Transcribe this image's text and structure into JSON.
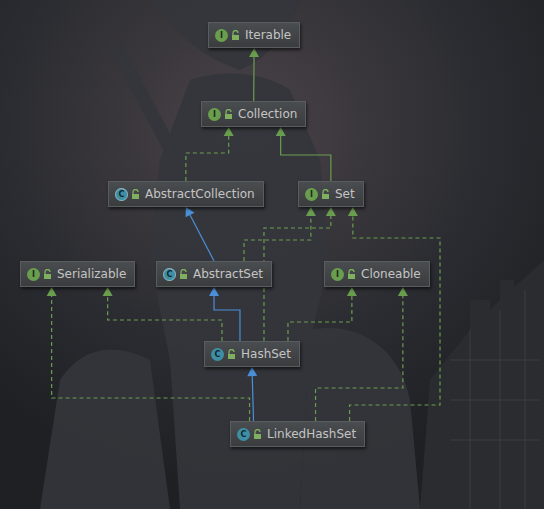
{
  "diagram": {
    "nodes": [
      {
        "text": [
          "I",
          "Iterable"
        ]
      },
      {
        "text": [
          "I",
          "Collection"
        ]
      },
      {
        "text": [
          "C",
          "AbstractCollection"
        ]
      },
      {
        "text": [
          "I",
          "Set"
        ]
      },
      {
        "text": [
          "I",
          "Serializable"
        ]
      },
      {
        "text": [
          "C",
          "AbstractSet"
        ]
      },
      {
        "text": [
          "I",
          "Cloneable"
        ]
      },
      {
        "text": [
          "C",
          "HashSet"
        ]
      },
      {
        "text": [
          "C",
          "LinkedHashSet"
        ]
      }
    ],
    "edges": [
      {
        "from": 1,
        "to": 0,
        "arrow": "to"
      },
      {
        "from": 2,
        "to": 1,
        "arrow": "to"
      },
      {
        "from": 3,
        "to": 1,
        "arrow": "to"
      },
      {
        "from": 5,
        "to": 2,
        "arrow": "to"
      },
      {
        "from": 5,
        "to": 3,
        "arrow": "to"
      },
      {
        "from": 7,
        "to": 5,
        "arrow": "to"
      },
      {
        "from": 7,
        "to": 3,
        "arrow": "to"
      },
      {
        "from": 7,
        "to": 4,
        "arrow": "to"
      },
      {
        "from": 7,
        "to": 6,
        "arrow": "to"
      },
      {
        "from": 8,
        "to": 7,
        "arrow": "to"
      },
      {
        "from": 8,
        "to": 4,
        "arrow": "to"
      },
      {
        "from": 8,
        "to": 6,
        "arrow": "to"
      },
      {
        "from": 8,
        "to": 3,
        "arrow": "to"
      }
    ]
  }
}
